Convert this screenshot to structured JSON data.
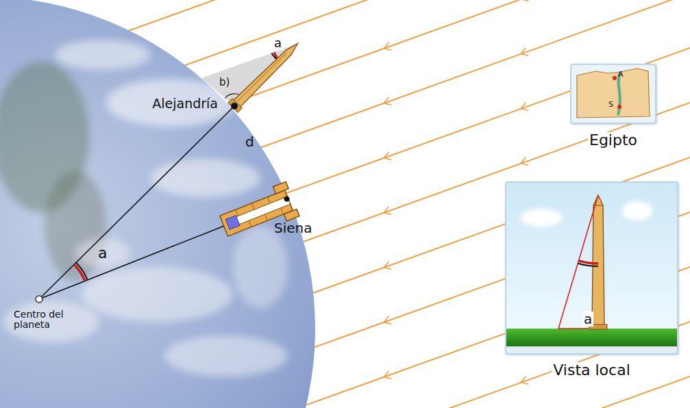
{
  "diagram": {
    "nodes": [
      {
        "text": [
          "A",
          "S",
          "Egipto"
        ]
      },
      {
        "text": [
          "a",
          "Vista local"
        ]
      }
    ],
    "labels": [
      "a",
      "b)",
      "Alejandría",
      "d",
      "Siena",
      "a",
      "Centro del planeta"
    ]
  }
}
